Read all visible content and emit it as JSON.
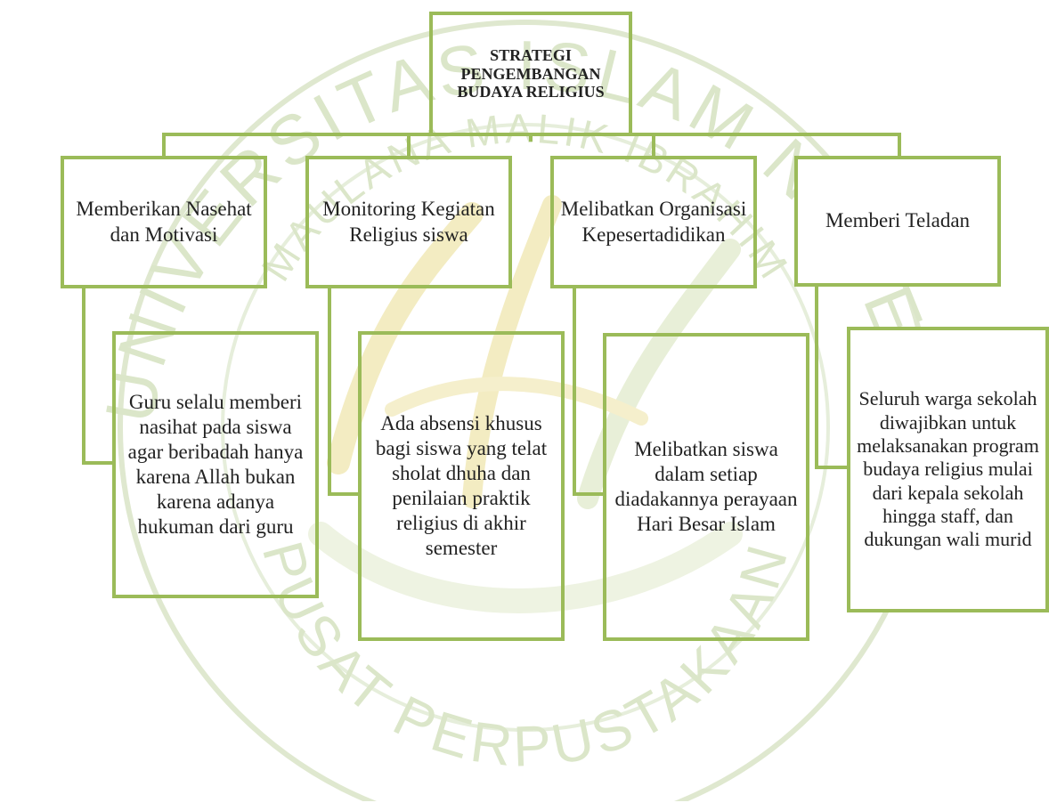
{
  "watermark": {
    "arc_top": "UNIVERSITAS ISLAM NEGERI",
    "arc_inner": "MAULANA MALIK IBRAHIM",
    "arc_bottom": "PUSAT PERPUSTAKAAN"
  },
  "colors": {
    "border": "#9bbb59",
    "watermark": "#c9d9b0",
    "watermark_yellow": "#f2e6a8"
  },
  "diagram": {
    "root": "STRATEGI PENGEMBANGAN BUDAYA RELIGIUS",
    "branches": [
      {
        "title": "Memberikan Nasehat dan Motivasi",
        "detail": "Guru selalu memberi nasihat pada siswa agar beribadah hanya karena Allah bukan karena adanya hukuman dari guru"
      },
      {
        "title": "Monitoring Kegiatan Religius siswa",
        "detail": "Ada absensi khusus bagi siswa yang telat sholat dhuha dan penilaian praktik religius di akhir semester"
      },
      {
        "title": "Melibatkan Organisasi Kepesertadidikan",
        "detail": "Melibatkan siswa dalam setiap diadakannya perayaan Hari Besar Islam"
      },
      {
        "title": "Memberi Teladan",
        "detail": "Seluruh warga sekolah diwajibkan untuk melaksanakan program budaya religius mulai dari kepala sekolah hingga staff, dan dukungan wali murid"
      }
    ]
  }
}
